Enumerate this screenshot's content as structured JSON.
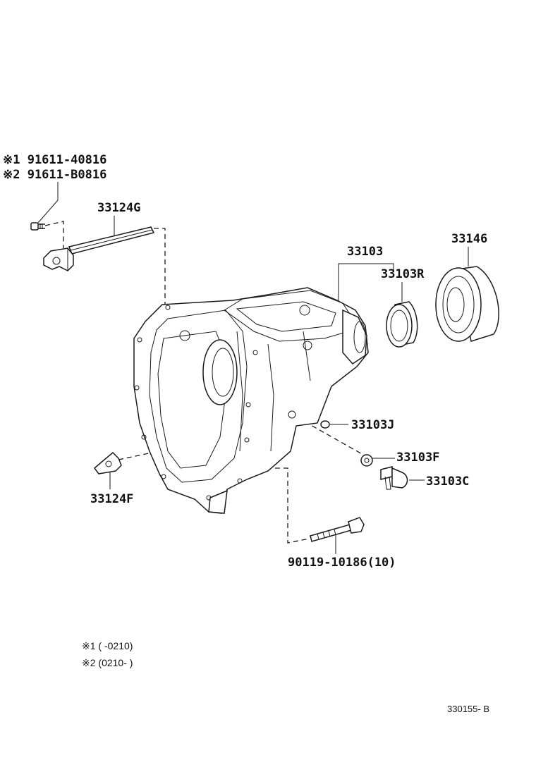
{
  "labels": {
    "bolt_primary": "※1 91611-40816",
    "bolt_alt": "※2 91611-B0816",
    "shaft": "33124G",
    "case": "33103",
    "cover": "33146",
    "seal": "33103R",
    "plug_small": "33103J",
    "gasket": "33103F",
    "plug_bolt": "33103C",
    "bracket": "33124F",
    "bolt_long": "90119-10186(10)"
  },
  "notes": {
    "note1": "※1 (        -0210)",
    "note2": "※2 (0210-        )"
  },
  "ref_code": "330155- B",
  "icons": {
    "shaft": "shift-shaft-icon",
    "case": "transmission-case-icon",
    "cover": "cover-ring-icon",
    "seal": "oil-seal-icon",
    "bolt": "bolt-icon",
    "bracket": "bracket-icon"
  }
}
